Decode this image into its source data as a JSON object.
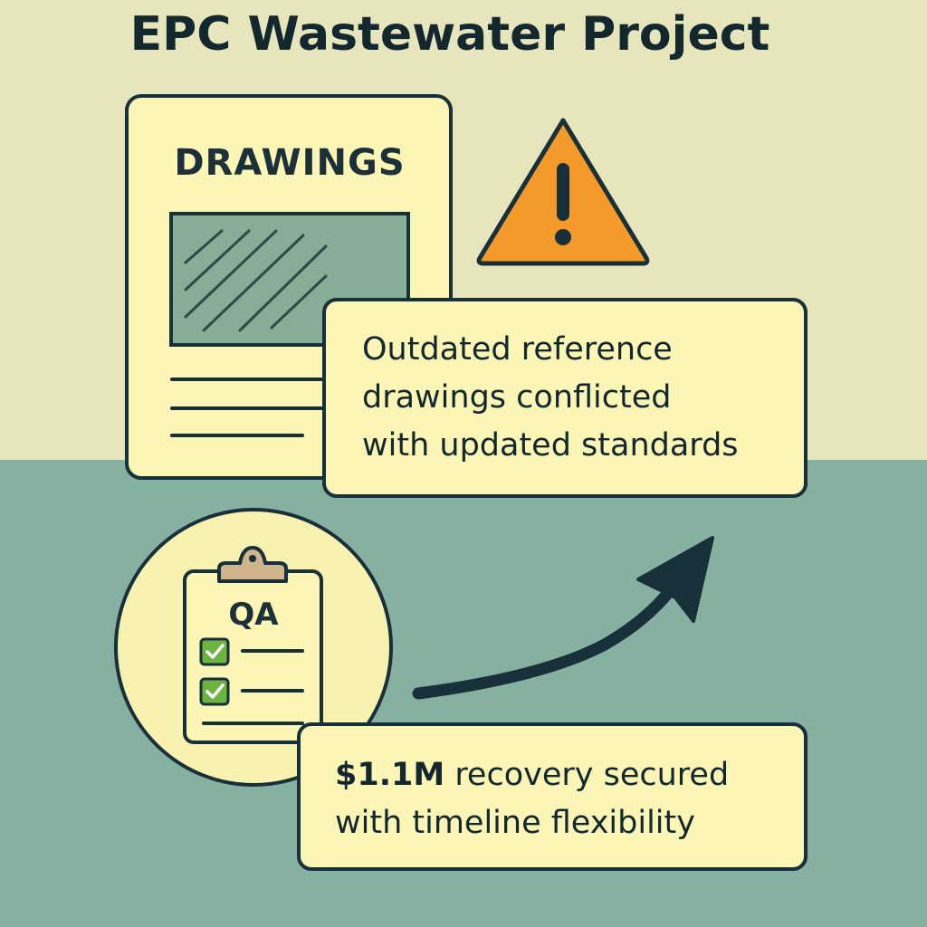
{
  "title": "EPC Wastewater Project",
  "document": {
    "heading": "DRAWINGS"
  },
  "issue_box": {
    "lines": [
      "Outdated reference",
      "drawings conflicted",
      "with updated standards"
    ]
  },
  "clipboard": {
    "label": "QA"
  },
  "result_box": {
    "highlight": "$1.1M",
    "line1_rest": " recovery secured",
    "line2": "with timeline flexibility"
  },
  "colors": {
    "top_bg": "#e7e5bb",
    "bottom_bg": "#86b0a0",
    "card": "#fbf5b6",
    "stroke": "#17303a",
    "warning": "#f39a2a",
    "check": "#6cb33f"
  }
}
